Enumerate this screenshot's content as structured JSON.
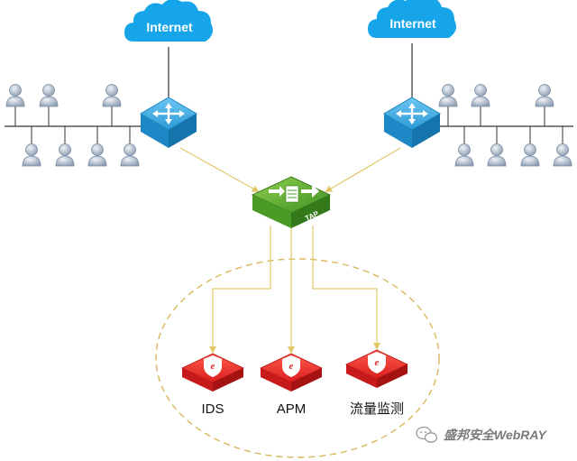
{
  "clouds": [
    {
      "label": "Internet"
    },
    {
      "label": "Internet"
    }
  ],
  "tap": {
    "label": "TAP"
  },
  "tools": [
    {
      "label": "IDS"
    },
    {
      "label": "APM"
    },
    {
      "label": "流量监测"
    }
  ],
  "tool_icon_letter": "e",
  "watermark": {
    "text": "盛邦安全WebRAY"
  },
  "icons": {
    "cloud": "cloud-icon",
    "switch": "network-switch-icon",
    "tap": "network-tap-icon",
    "tool": "security-appliance-icon",
    "user": "user-icon",
    "watermark": "wechat-icon"
  },
  "colors": {
    "cloud": "#1aa3e8",
    "switch": "#2f9bd8",
    "tap": "#4c9a2a",
    "tool": "#e02a2a",
    "link_yellow": "#e8d27a",
    "ellipse": "#d9b65a",
    "user": "#8a9bb0"
  }
}
